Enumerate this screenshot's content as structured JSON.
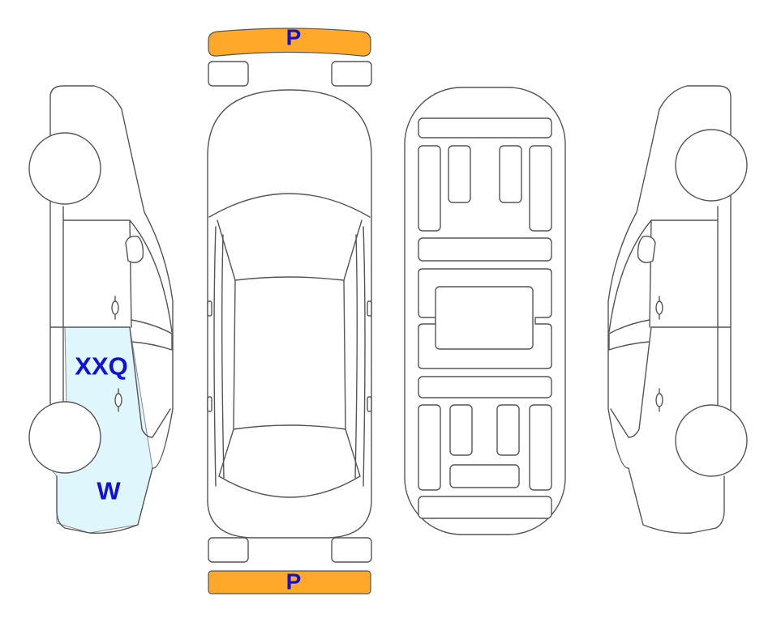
{
  "colors": {
    "outline": "#555555",
    "bumper_fill": "#ffa829",
    "damage_fill": "#e0f6fd",
    "label_text": "#1010d8"
  },
  "front_bumper": {
    "label": "P"
  },
  "rear_bumper": {
    "label": "P"
  },
  "left_side": {
    "door_label": "XXQ",
    "fender_label": "W"
  }
}
